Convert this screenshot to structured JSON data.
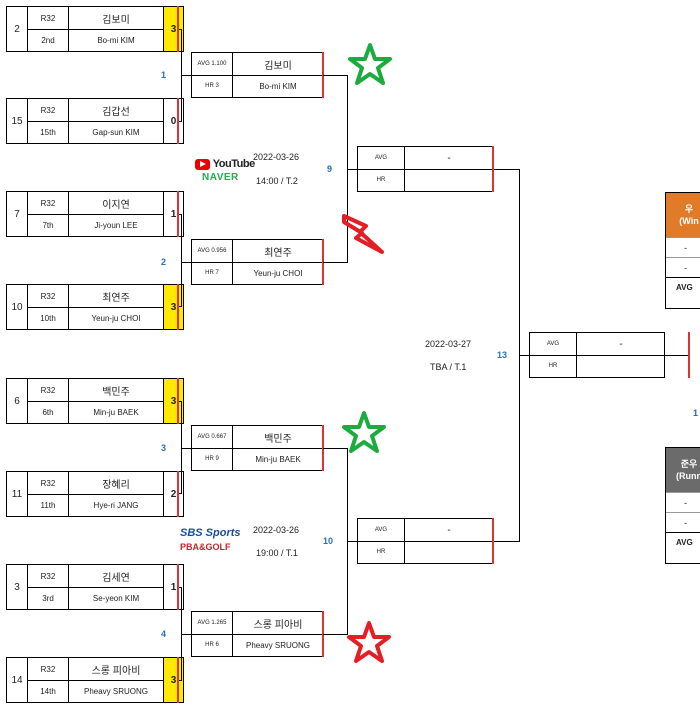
{
  "round1": [
    {
      "seed": "2",
      "round": "R32",
      "rank": "2nd",
      "kn": "김보미",
      "en": "Bo-mi KIM",
      "score": "3",
      "win": true
    },
    {
      "seed": "15",
      "round": "R32",
      "rank": "15th",
      "kn": "김갑선",
      "en": "Gap-sun KIM",
      "score": "0",
      "win": false
    },
    {
      "seed": "7",
      "round": "R32",
      "rank": "7th",
      "kn": "이지연",
      "en": "Ji-youn LEE",
      "score": "1",
      "win": false
    },
    {
      "seed": "10",
      "round": "R32",
      "rank": "10th",
      "kn": "최연주",
      "en": "Yeun-ju CHOI",
      "score": "3",
      "win": true
    },
    {
      "seed": "6",
      "round": "R32",
      "rank": "6th",
      "kn": "백민주",
      "en": "Min-ju BAEK",
      "score": "3",
      "win": true
    },
    {
      "seed": "11",
      "round": "R32",
      "rank": "11th",
      "kn": "장혜리",
      "en": "Hye-ri JANG",
      "score": "2",
      "win": false
    },
    {
      "seed": "3",
      "round": "R32",
      "rank": "3rd",
      "kn": "김세연",
      "en": "Se-yeon KIM",
      "score": "1",
      "win": false
    },
    {
      "seed": "14",
      "round": "R32",
      "rank": "14th",
      "kn": "스롱 피아비",
      "en": "Pheavy SRUONG",
      "score": "3",
      "win": true
    }
  ],
  "round1_match_numbers": [
    "1",
    "2",
    "3",
    "4"
  ],
  "round2": [
    {
      "avg": "AVG 1.100",
      "hr": "HR 3",
      "kn": "김보미",
      "en": "Bo-mi KIM"
    },
    {
      "avg": "AVG 0.956",
      "hr": "HR 7",
      "kn": "최연주",
      "en": "Yeun-ju CHOI"
    },
    {
      "avg": "AVG 0.667",
      "hr": "HR 9",
      "kn": "백민주",
      "en": "Min-ju BAEK"
    },
    {
      "avg": "AVG 1.265",
      "hr": "HR 6",
      "kn": "스롱 피아비",
      "en": "Pheavy SRUONG"
    }
  ],
  "round2_match_numbers": [
    "9",
    "10"
  ],
  "schedule_a": {
    "date": "2022-03-26",
    "time": "14:00 / T.2"
  },
  "schedule_b": {
    "date": "2022-03-26",
    "time": "19:00 / T.1"
  },
  "schedule_final": {
    "date": "2022-03-27",
    "time": "TBA / T.1",
    "match": "13"
  },
  "broadcast_a": {
    "brand1": "YouTube",
    "brand2": "NAVER"
  },
  "broadcast_b": {
    "brand1": "SBS Sports",
    "brand2": "PBA&GOLF"
  },
  "round3": [
    {
      "avg": "AVG",
      "hr": "HR",
      "kn": "-",
      "en": ""
    },
    {
      "avg": "AVG",
      "hr": "HR",
      "kn": "-",
      "en": ""
    }
  ],
  "round4": {
    "avg": "AVG",
    "hr": "HR",
    "kn": "-",
    "en": ""
  },
  "side": {
    "winner_title": "우",
    "winner_sub": "(Win",
    "runner_title": "준우",
    "runner_sub": "(Runn",
    "dash": "-",
    "avg": "AVG",
    "num": "1"
  },
  "colors": {
    "star_green": "#1bab3e",
    "star_red": "#e31e24",
    "winner_header": "#e07b2a",
    "runner_header": "#6b6b6b",
    "highlight": "#ffe900",
    "match_number": "#2e6db4"
  }
}
